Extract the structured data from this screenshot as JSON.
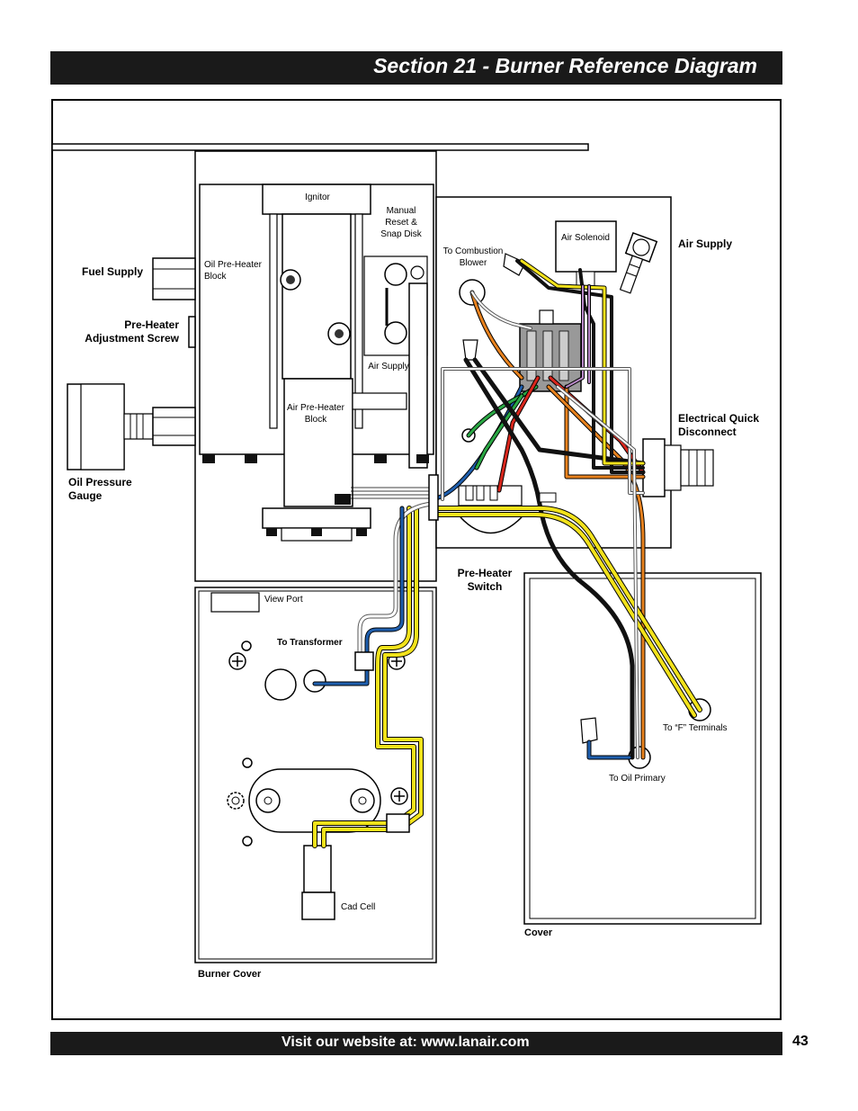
{
  "header": {
    "title": "Section 21 - Burner Reference Diagram"
  },
  "footer": {
    "website_text": "Visit our website at: www.lanair.com",
    "page_number": "43"
  },
  "labels": {
    "fuel_supply": "Fuel Supply",
    "preheater_adjustment_screw": "Pre-Heater Adjustment Screw",
    "oil_pressure_gauge": "Oil Pressure Gauge",
    "ignitor": "Ignitor",
    "manual_reset": "Manual Reset & Snap Disk",
    "oil_preheater_block": "Oil Pre-Heater Block",
    "air_supply_inner": "Air Supply",
    "air_preheater_block": "Air Pre-Heater Block",
    "to_combustion_blower": "To Combustion Blower",
    "air_solenoid": "Air Solenoid",
    "air_supply": "Air Supply",
    "electrical_quick_disconnect": "Electrical Quick Disconnect",
    "preheater_switch": "Pre-Heater Switch",
    "view_port": "View Port",
    "to_transformer": "To Transformer",
    "cad_cell": "Cad Cell",
    "burner_cover": "Burner Cover",
    "cover": "Cover",
    "to_f_terminals": "To “F” Terminals",
    "to_oil_primary": "To Oil Primary"
  },
  "colors": {
    "header_bg": "#1a1a1a",
    "wire_yellow": "#f2e21b",
    "wire_orange": "#e8821e",
    "wire_blue": "#1f5fae",
    "wire_red": "#d9261c",
    "wire_green": "#2aa744",
    "wire_black": "#111111",
    "wire_purple": "#b98ac9"
  }
}
